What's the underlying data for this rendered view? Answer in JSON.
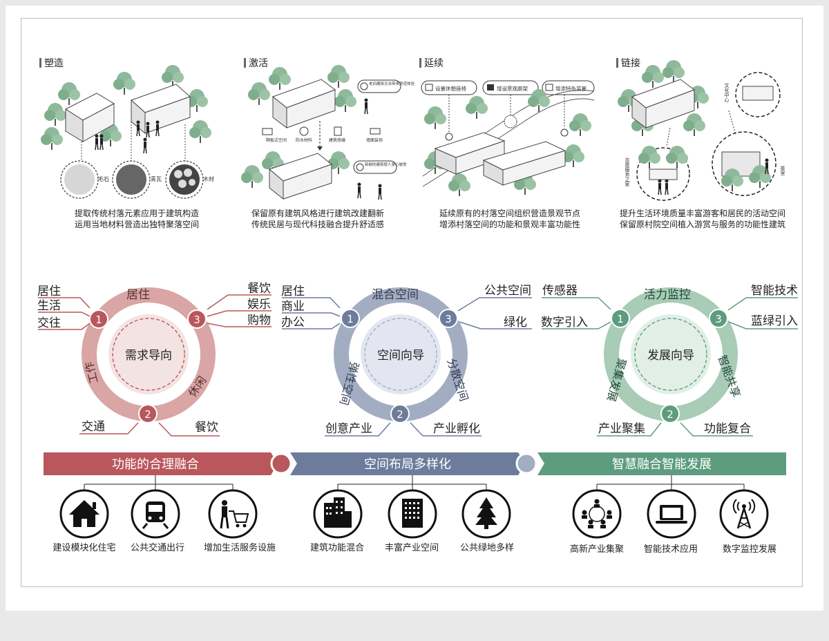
{
  "panels": [
    {
      "title": "塑造",
      "line1": "提取传统村落元素应用于建筑构造",
      "line2": "运用当地材料营造出独特聚落空间",
      "materials": [
        "毛石",
        "青瓦",
        "木材"
      ]
    },
    {
      "title": "激活",
      "line1": "保留原有建筑风格进行建筑改建翻新",
      "line2": "传统民居与现代科技融合提升舒适感",
      "bubble_top": "老旧建筑无法带来舒适体验",
      "bubble_bottom": "新颖的建筑使人身心愉悦",
      "labels": [
        "隔板式空间",
        "防水材料",
        "建筑修缮",
        "墙面装饰"
      ]
    },
    {
      "title": "延续",
      "line1": "延续原有的村落空间组织营造景观节点",
      "line2": "增添村落空间的功能和景观丰富功能性",
      "tags": [
        "设置休憩座椅",
        "增设景观廊架",
        "增添特色装置"
      ]
    },
    {
      "title": "链接",
      "line1": "提升生活环境质量丰富游客和居民的活动空间",
      "line2": "保留原村院空间植入游赏与服务的功能性建筑",
      "places": [
        "文化中心",
        "志愿服务之家",
        "茶室"
      ]
    }
  ],
  "rings": [
    {
      "center": "需求导向",
      "arc1": "居住",
      "arc2": "工作",
      "arc3": "休闲",
      "left_labels": [
        "居住",
        "生活",
        "交往"
      ],
      "right_labels": [
        "餐饮",
        "娱乐",
        "购物"
      ],
      "bottom_left": "交通",
      "bottom_right": "餐饮",
      "nums": [
        "1",
        "2",
        "3"
      ]
    },
    {
      "center": "空间向导",
      "arc1": "混合空间",
      "arc2": "弹性空间",
      "arc3": "分散空间",
      "left_labels": [
        "居住",
        "商业",
        "办公"
      ],
      "right_labels": [
        "公共空间",
        "绿化"
      ],
      "bottom_left": "创意产业",
      "bottom_right": "产业孵化",
      "nums": [
        "1",
        "2",
        "3"
      ]
    },
    {
      "center": "发展向导",
      "arc1": "活力监控",
      "arc2": "聚集发展",
      "arc3": "智能共享",
      "left_labels": [
        "传感器",
        "数字引入"
      ],
      "right_labels": [
        "智能技术",
        "蓝绿引入"
      ],
      "bottom_left": "产业聚集",
      "bottom_right": "功能复合",
      "nums": [
        "1",
        "2",
        "3"
      ]
    }
  ],
  "banners": [
    "功能的合理融合",
    "空间布局多样化",
    "智慧融合智能发展"
  ],
  "icons": [
    {
      "label": "建设模块化住宅",
      "icon": "house-icon"
    },
    {
      "label": "公共交通出行",
      "icon": "train-icon"
    },
    {
      "label": "增加生活服务设施",
      "icon": "shopping-cart-icon"
    },
    {
      "label": "建筑功能混合",
      "icon": "buildings-icon"
    },
    {
      "label": "丰富产业空间",
      "icon": "office-tower-icon"
    },
    {
      "label": "公共绿地多样",
      "icon": "tree-icon"
    },
    {
      "label": "高新产业集聚",
      "icon": "network-people-icon"
    },
    {
      "label": "智能技术应用",
      "icon": "laptop-icon"
    },
    {
      "label": "数字监控发展",
      "icon": "signal-tower-icon"
    }
  ],
  "colors": {
    "red": "#b9575c",
    "red_light": "#d9a5a5",
    "blue": "#6c7c9a",
    "blue_light": "#a3adc2",
    "green": "#5d9c7f",
    "green_light": "#a8ccb6"
  }
}
